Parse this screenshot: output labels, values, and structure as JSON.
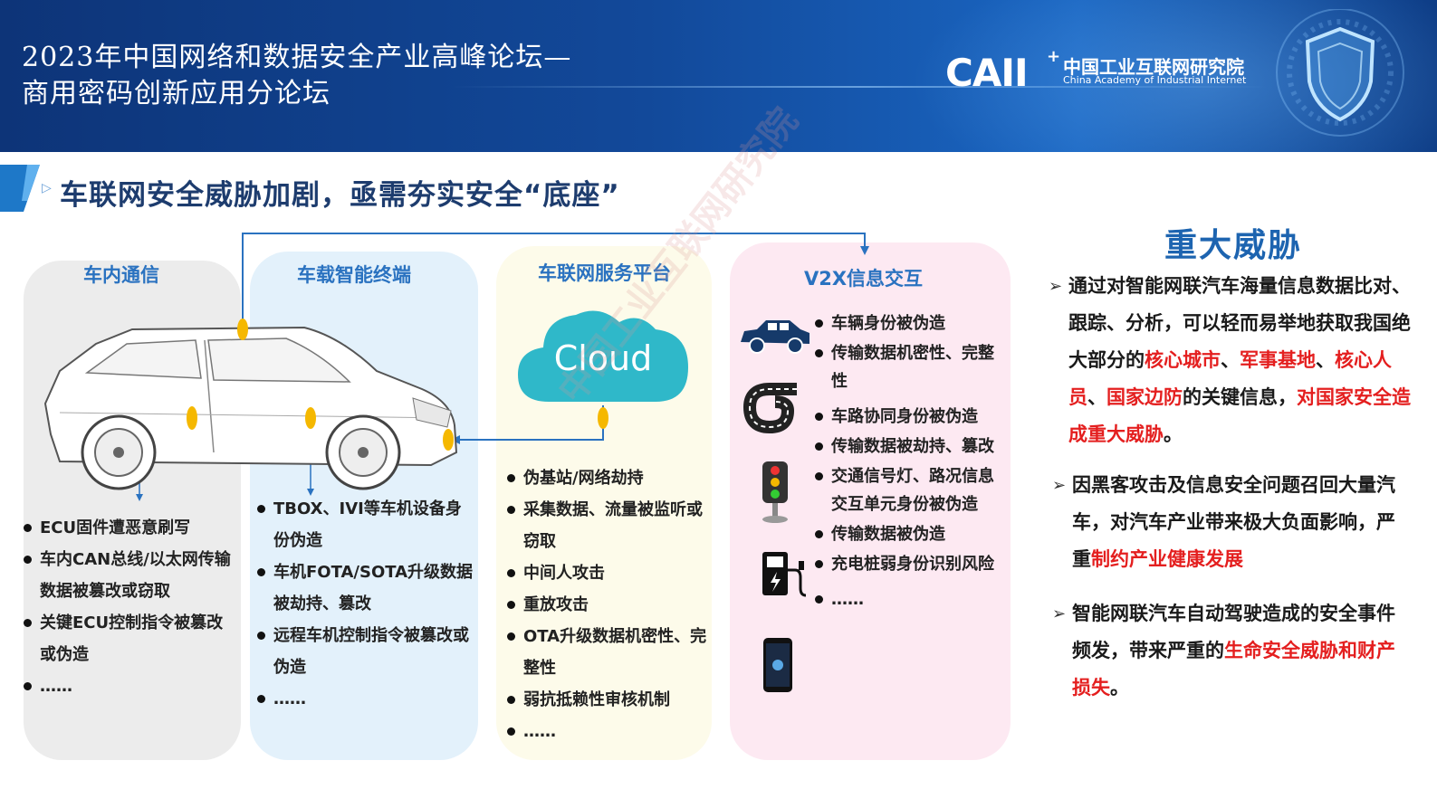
{
  "header": {
    "title_line1": "2023年中国网络和数据安全产业高峰论坛—",
    "title_line2": "商用密码创新应用分论坛",
    "logo_text": "CAII",
    "logo_plus": "+",
    "logo_cn": "中国工业互联网研究院",
    "logo_en": "China Academy of Industrial Internet"
  },
  "section_title": "车联网安全威胁加剧，亟需夯实安全“底座”",
  "panels": {
    "in_vehicle": {
      "title": "车内通信",
      "items": [
        "ECU固件遭恶意刷写",
        "车内CAN总线/以太网传输数据被篡改或窃取",
        "关键ECU控制指令被篡改或伪造",
        "……"
      ]
    },
    "terminal": {
      "title": "车载智能终端",
      "items": [
        "TBOX、IVI等车机设备身份伪造",
        "车机FOTA/SOTA升级数据被劫持、篡改",
        "远程车机控制指令被篡改或伪造",
        "……"
      ]
    },
    "platform": {
      "title": "车联网服务平台",
      "cloud_label": "Cloud",
      "items": [
        "伪基站/网络劫持",
        "采集数据、流量被监听或窃取",
        "中间人攻击",
        "重放攻击",
        "OTA升级数据机密性、完整性",
        "弱抗抵赖性审核机制",
        "……"
      ]
    },
    "v2x": {
      "title": "V2X信息交互",
      "items": [
        "车辆身份被伪造",
        "传输数据机密性、完整性",
        "车路协同身份被伪造",
        "传输数据被劫持、篡改",
        "交通信号灯、路况信息交互单元身份被伪造",
        "传输数据被伪造",
        "充电桩弱身份识别风险",
        "……"
      ]
    }
  },
  "threats": {
    "title": "重大威胁",
    "p1": {
      "a": "通过对智能网联汽车海量信息数据比对、跟踪、分析，可以轻而易举地获取我国绝大部分的",
      "r1": "核心城市",
      "s1": "、",
      "r2": "军事基地",
      "s2": "、",
      "r3": "核心人员",
      "s3": "、",
      "r4": "国家边防",
      "b": "的关键信息，",
      "r5": "对国家安全造成重大威胁",
      "c": "。"
    },
    "p2": {
      "a": "因黑客攻击及信息安全问题召回大量汽车，对汽车产业带来极大负面影响，严重",
      "r1": "制约产业健康发展"
    },
    "p3": {
      "a": "智能网联汽车自动驾驶造成的安全事件频发，带来严重的",
      "r1": "生命安全威胁和财产损失",
      "b": "。"
    }
  },
  "colors": {
    "accent_blue": "#2a72c0",
    "heading_navy": "#1d3c6e",
    "red": "#e41f1f",
    "marker_yellow": "#f5b800",
    "cloud_teal": "#2fb8c9"
  },
  "icons": [
    "car-icon",
    "road-icon",
    "traffic-light-icon",
    "charger-icon",
    "phone-icon",
    "shield-icon",
    "cloud-icon"
  ]
}
